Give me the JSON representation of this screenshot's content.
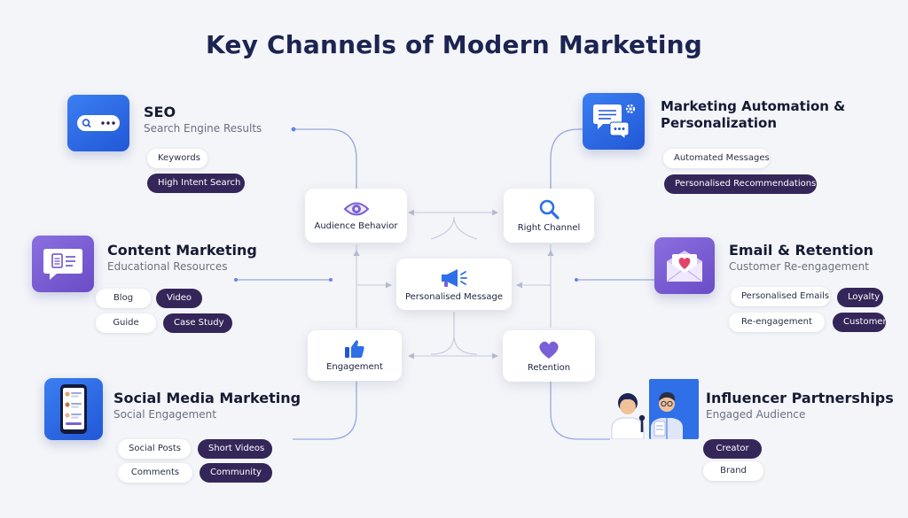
{
  "title": "Key Channels of Modern Marketing",
  "colors": {
    "navy": "#1c2452",
    "blue": "#2f6fe8",
    "purple": "#7b5fd6",
    "dark_pill": "#352659",
    "background": "#f4f5f9"
  },
  "center": {
    "label": "Personalised Message",
    "icon": "megaphone-icon"
  },
  "nodes": [
    {
      "label": "Audience Behavior",
      "icon": "eye-icon"
    },
    {
      "label": "Right Channel",
      "icon": "magnifier-icon"
    },
    {
      "label": "Engagement",
      "icon": "thumbs-up-icon"
    },
    {
      "label": "Retention",
      "icon": "heart-icon"
    }
  ],
  "channels": {
    "seo": {
      "title": "SEO",
      "subtitle": "Search Engine Results",
      "icon": "search-bar-icon",
      "tags": [
        "Keywords",
        "High Intent Search"
      ]
    },
    "content": {
      "title": "Content Marketing",
      "subtitle": "Educational Resources",
      "icon": "document-chat-icon",
      "tags": [
        "Blog",
        "Video",
        "Guide",
        "Case Study"
      ]
    },
    "social": {
      "title": "Social Media Marketing",
      "subtitle": "Social Engagement",
      "icon": "smartphone-icon",
      "tags": [
        "Social Posts",
        "Short Videos",
        "Comments",
        "Community"
      ]
    },
    "automation": {
      "title_line1": "Marketing Automation &",
      "title_line2": "Personalization",
      "icon": "chat-gear-icon",
      "tags": [
        "Automated Messages",
        "Personalised Recommendations"
      ]
    },
    "email": {
      "title": "Email & Retention",
      "subtitle": "Customer Re-engagement",
      "icon": "envelope-heart-icon",
      "tags": [
        "Personalised Emails",
        "Loyalty",
        "Re-engagement",
        "Customer"
      ]
    },
    "influencer": {
      "title": "Influencer Partnerships",
      "subtitle": "Engaged Audience",
      "icon": "influencers-icon",
      "tags": [
        "Creator",
        "Brand"
      ]
    }
  }
}
